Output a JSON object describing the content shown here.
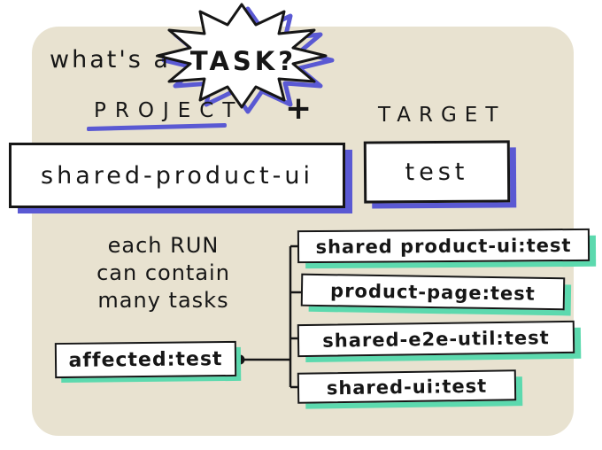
{
  "title": {
    "prefix": "what's a",
    "burst": "TASK?"
  },
  "equation": {
    "project_label": "PROJECT",
    "plus": "+",
    "target_label": "TARGET",
    "project_value": "shared-product-ui",
    "target_value": "test"
  },
  "note": {
    "line1": "each RUN",
    "line2": "can contain",
    "line3": "many tasks"
  },
  "tasks": {
    "source": "affected:test",
    "items": [
      "shared product-ui:test",
      "product-page:test",
      "shared-e2e-util:test",
      "shared-ui:test"
    ]
  },
  "colors": {
    "board": "#e8e2d0",
    "indigo": "#5a59d3",
    "teal": "#5cd9ae",
    "ink": "#161616"
  }
}
